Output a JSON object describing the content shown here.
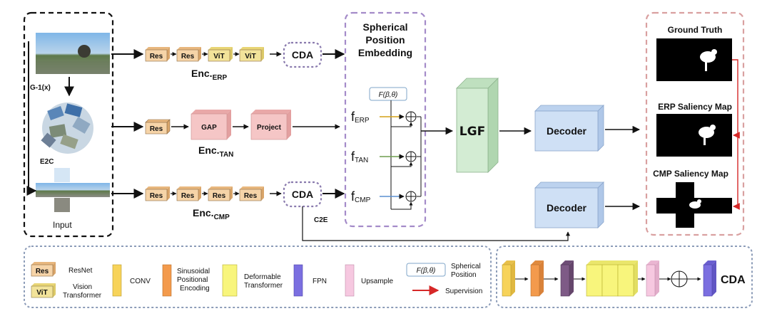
{
  "input": {
    "label": "Input",
    "g_label": "G-1(x)",
    "e2c_label": "E2C"
  },
  "enc_erp": {
    "blocks": [
      "Res",
      "Res",
      "ViT",
      "ViT"
    ],
    "cda": "CDA",
    "label_main": "Enc.",
    "label_sub": "ERP"
  },
  "enc_tan": {
    "res": "Res",
    "gap": "GAP",
    "project": "Project",
    "label_main": "Enc.",
    "label_sub": "TAN"
  },
  "enc_cmp": {
    "blocks": [
      "Res",
      "Res",
      "Res",
      "Res"
    ],
    "cda": "CDA",
    "label_main": "Enc.",
    "label_sub": "CMP",
    "c2e": "C2E"
  },
  "spe": {
    "title_lines": [
      "Spherical",
      "Position",
      "Embedding"
    ],
    "func": "F(β,θ)",
    "f_erp_main": "f",
    "f_erp_sub": "ERP",
    "f_tan_main": "f",
    "f_tan_sub": "TAN",
    "f_cmp_main": "f",
    "f_cmp_sub": "CMP",
    "plus": "+"
  },
  "lgf": {
    "label": "LGF"
  },
  "decoders": {
    "top": "Decoder",
    "bottom": "Decoder"
  },
  "outputs": {
    "gt": "Ground Truth",
    "erp_map": "ERP Saliency Map",
    "cmp_map": "CMP Saliency Map"
  },
  "legend": {
    "res": "Res",
    "resnet": "ResNet",
    "vit": "ViT",
    "vit_desc_1": "Vision",
    "vit_desc_2": "Transformer",
    "conv": "CONV",
    "spe_1": "Sinusoidal",
    "spe_2": "Positional",
    "spe_3": "Encoding",
    "deform_1": "Deformable",
    "deform_2": "Transformer",
    "fpn": "FPN",
    "upsample": "Upsample",
    "func": "F(β,θ)",
    "sph_1": "Spherical",
    "sph_2": "Position",
    "supervision": "Supervision"
  },
  "cda_legend": {
    "label": "CDA"
  },
  "colors": {
    "res_fill": "#F6D4A8",
    "res_top": "#E8B77E",
    "vit_fill": "#F2E39A",
    "pink_block": "#F5C6C6",
    "lgf": "#D3ECD3",
    "decoder": "#CFE0F5",
    "conv": "#F7D35A",
    "orange": "#F39A4C",
    "yellow": "#F8F57C",
    "fpn": "#7B6FE0",
    "upsample": "#F6C8E0",
    "dark_purple": "#7E5A86",
    "supervision": "#D62828",
    "spe_border": "#A48BC9",
    "output_border": "#D9A0A0"
  }
}
